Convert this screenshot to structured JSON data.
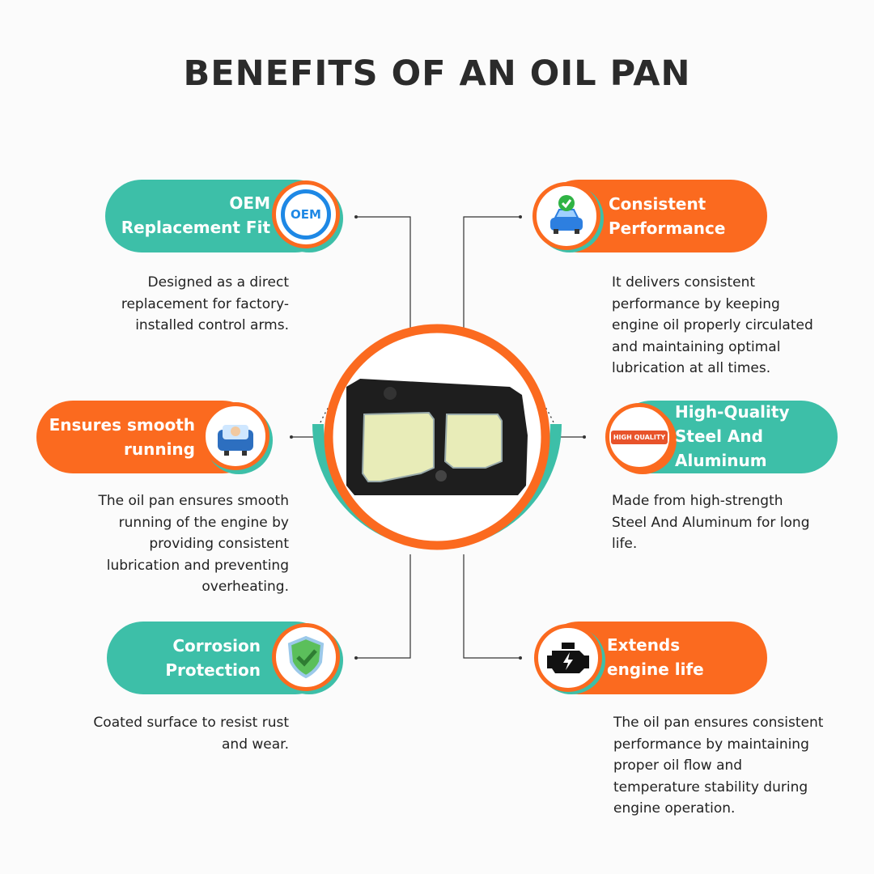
{
  "title": "BENEFITS OF AN OIL PAN",
  "colors": {
    "teal": "#3dbfa8",
    "orange": "#fb6a1f",
    "text": "#222222"
  },
  "benefits": [
    {
      "title_line1": "OEM",
      "title_line2": "Replacement Fit",
      "icon": "oem-badge-icon",
      "icon_text": "OEM",
      "description": [
        "Designed as a direct",
        "replacement for factory-",
        "installed control arms."
      ]
    },
    {
      "title_line1": "Consistent",
      "title_line2": "Performance",
      "icon": "car-check-icon",
      "description": [
        "It delivers consistent",
        "performance by keeping",
        "engine oil properly circulated",
        "and maintaining optimal",
        "lubrication at all times."
      ]
    },
    {
      "title_line1": "Ensures smooth",
      "title_line2": "running",
      "icon": "driver-car-icon",
      "description": [
        "The oil pan ensures smooth",
        "running of the engine by",
        "providing consistent",
        "lubrication and preventing",
        "overheating."
      ]
    },
    {
      "title_line1": "High-Quality",
      "title_line2": "Steel And",
      "title_line3": "Aluminum",
      "icon": "high-quality-badge-icon",
      "icon_text": "HIGH QUALITY",
      "description": [
        "Made from high-strength",
        "Steel And Aluminum for long",
        "life."
      ]
    },
    {
      "title_line1": "Corrosion",
      "title_line2": "Protection",
      "icon": "shield-check-icon",
      "description": [
        "Coated surface to resist rust",
        "and wear."
      ]
    },
    {
      "title_line1": "Extends",
      "title_line2": "engine life",
      "icon": "engine-icon",
      "description": [
        "The oil pan ensures consistent",
        "performance by maintaining",
        "proper oil flow and",
        "temperature stability during",
        "engine operation."
      ]
    }
  ]
}
